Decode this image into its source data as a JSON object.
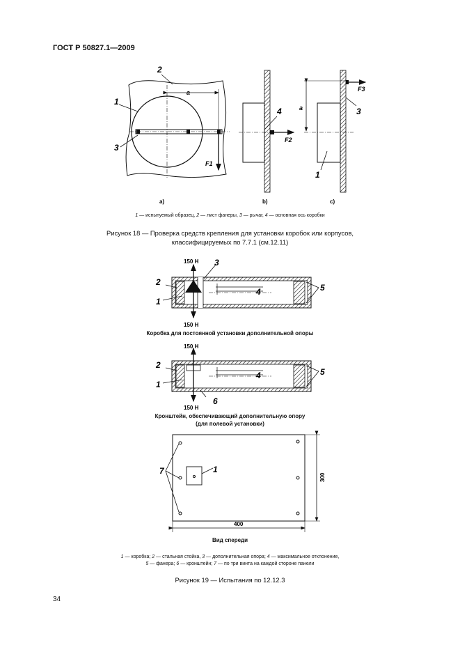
{
  "header": {
    "standard": "ГОСТ Р 50827.1—2009"
  },
  "figure18": {
    "labels": {
      "n1": "1",
      "n2": "2",
      "n3": "3",
      "n4": "4",
      "a": "a",
      "f1": "F1",
      "f2": "F2",
      "f3": "F3"
    },
    "sub_a": "a)",
    "sub_b": "b)",
    "sub_c": "c)",
    "legend": {
      "n1": "1",
      "t1": " —  испытуемый образец, ",
      "n2": "2",
      "t2": " —   лист фанеры, ",
      "n3": "3",
      "t3": " —  рычаг, ",
      "n4": "4",
      "t4": " —   основная ось коробки"
    },
    "caption_line1": "Рисунок 18 — Проверка средств крепления для установки коробок или корпусов,",
    "caption_line2": "классифицируемых по 7.7.1 (см.12.11)"
  },
  "figure19": {
    "force": "150 Н",
    "labels": {
      "n1": "1",
      "n2": "2",
      "n3": "3",
      "n4": "4",
      "n5": "5",
      "n6": "6",
      "n7": "7"
    },
    "box_caption": "Коробка для постоянной установки дополнительной опоры",
    "bracket_caption_1": "Кронштейн, обеспечивающий дополнительную опору",
    "bracket_caption_2": "(для полевой установки)",
    "dim_width": "400",
    "dim_height": "300",
    "front_view": "Вид спереди",
    "legend": {
      "n1": "1",
      "t1": " —  коробка; ",
      "n2": "2",
      "t2": " — стальная стойка, ",
      "n3": "3",
      "t3": " — дополнительная опора; ",
      "n4": "4",
      "t4": " — максимальное отклонение,",
      "n5": "5",
      "t5": " — фанера; ",
      "n6": "6",
      "t6": " — кронштейн; ",
      "n7": "7",
      "t7": " — по три винта на каждой стороне панели"
    },
    "caption": "Рисунок 19 — Испытания по 12.12.3"
  },
  "page_number": "34"
}
